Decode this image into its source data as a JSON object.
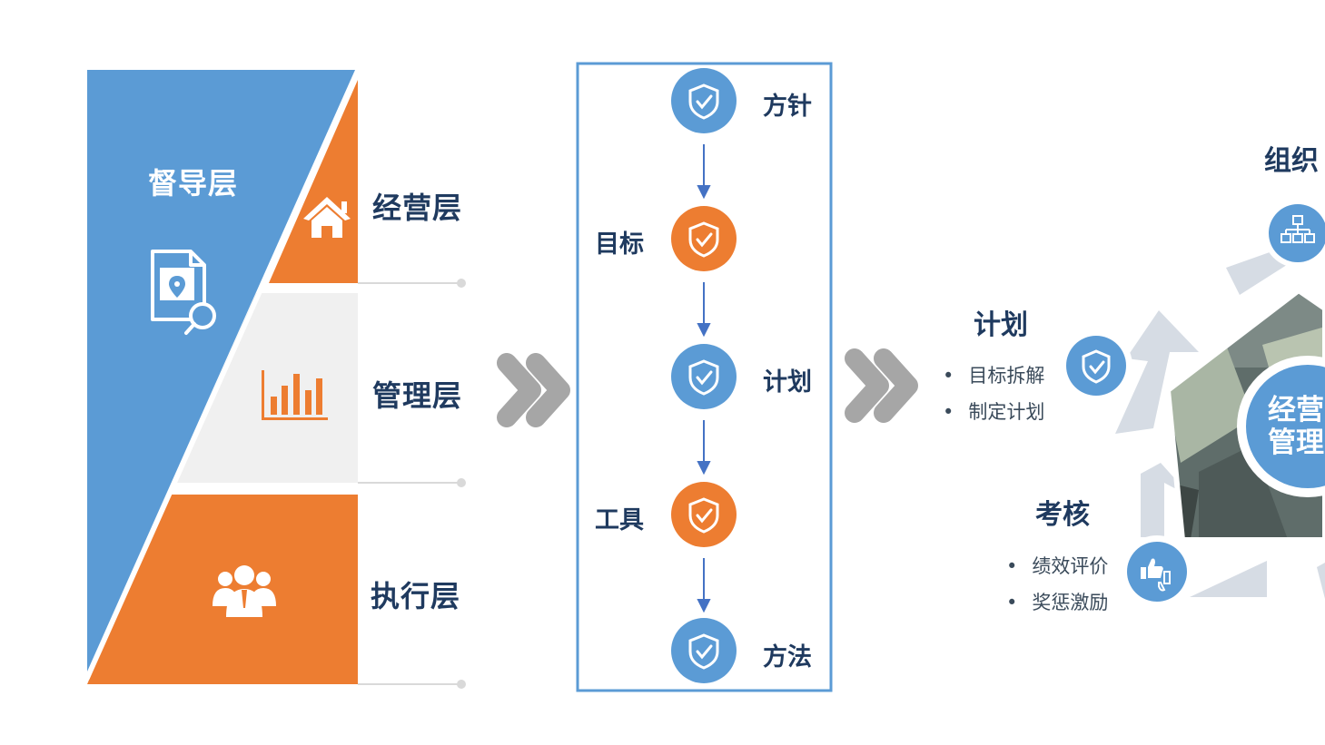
{
  "colors": {
    "blue": "#5b9bd5",
    "orange": "#ed7d31",
    "light_gray": "#f0f0f0",
    "arrow_gray": "#a6a6a6",
    "text_dark": "#1f3a5f",
    "cycle_arrow": "#d6dce4",
    "frame_blue": "#5b9bd5",
    "connector_blue": "#4472c4"
  },
  "pyramid": {
    "supervision": {
      "label": "督导层",
      "icon": "document-location-search-icon"
    },
    "layers": [
      {
        "label": "经营层",
        "icon": "house-icon"
      },
      {
        "label": "管理层",
        "icon": "bar-chart-icon"
      },
      {
        "label": "执行层",
        "icon": "team-people-icon"
      }
    ]
  },
  "flow": {
    "steps": [
      {
        "label": "方针",
        "side": "right",
        "color": "blue"
      },
      {
        "label": "目标",
        "side": "left",
        "color": "orange"
      },
      {
        "label": "计划",
        "side": "right",
        "color": "blue"
      },
      {
        "label": "工具",
        "side": "left",
        "color": "orange"
      },
      {
        "label": "方法",
        "side": "right",
        "color": "blue"
      }
    ],
    "node_icon": "shield-check-icon"
  },
  "cycle": {
    "center_line1": "经营",
    "center_line2": "管理",
    "items": [
      {
        "title": "组织",
        "icon": "org-chart-icon",
        "bullets": []
      },
      {
        "title": "计划",
        "icon": "shield-check-icon",
        "bullets": [
          "目标拆解",
          "制定计划"
        ]
      },
      {
        "title": "考核",
        "icon": "thumbs-up-down-icon",
        "bullets": [
          "绩效评价",
          "奖惩激励"
        ]
      }
    ]
  }
}
